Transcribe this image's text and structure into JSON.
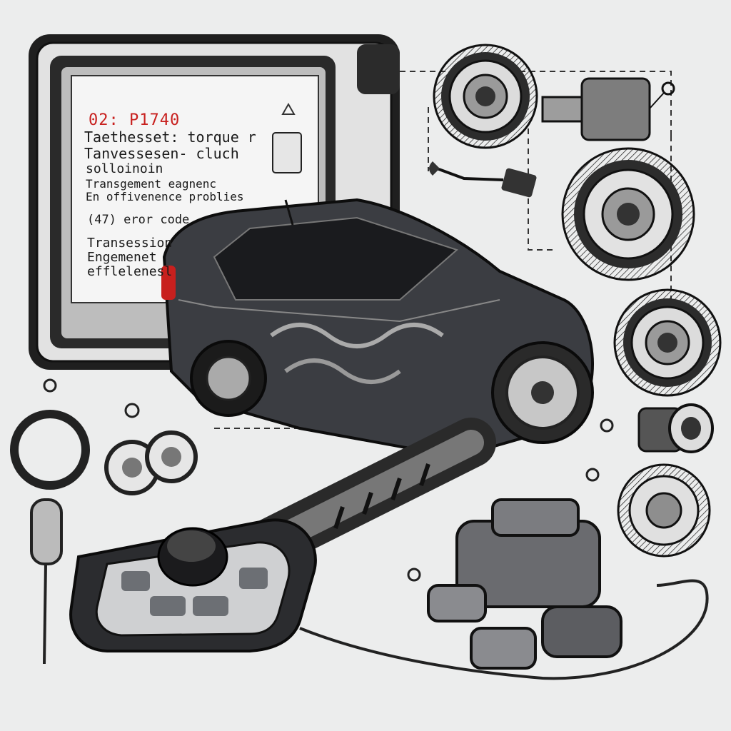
{
  "monitor": {
    "code_line": "02: P1740",
    "line1": "Taethesset: torque r",
    "line2": "Tanvessesen- cluch",
    "line3": "solloinoin",
    "line4": "Transgement eagnenc",
    "line5": "En offivenence problies",
    "line6": "(47) eror code",
    "line7": "Transession",
    "line8": "Engemenet",
    "line9": "efflelenesl"
  },
  "colors": {
    "background": "#eceded",
    "ink": "#1a1a1a",
    "error_red": "#c8201e",
    "car_body": "#3b3d42"
  },
  "icons": [
    "gear-icon",
    "wrench-icon",
    "usb-plug-icon",
    "warning-icon"
  ]
}
